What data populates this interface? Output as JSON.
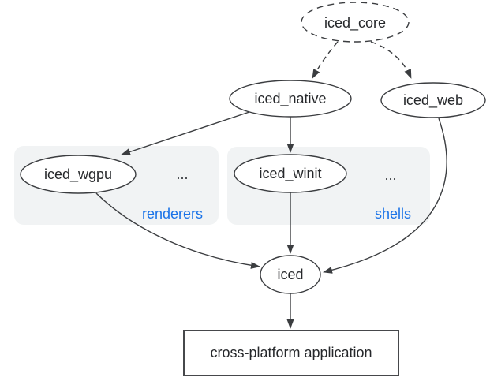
{
  "nodes": {
    "iced_core": "iced_core",
    "iced_native": "iced_native",
    "iced_web": "iced_web",
    "iced_wgpu": "iced_wgpu",
    "iced_winit": "iced_winit",
    "iced": "iced",
    "application": "cross-platform application"
  },
  "groups": {
    "renderers": {
      "label": "renderers",
      "more": "..."
    },
    "shells": {
      "label": "shells",
      "more": "..."
    }
  },
  "edges": [
    {
      "from": "iced_core",
      "to": "iced_native",
      "style": "dashed"
    },
    {
      "from": "iced_core",
      "to": "iced_web",
      "style": "dashed"
    },
    {
      "from": "iced_native",
      "to": "iced_wgpu",
      "style": "solid"
    },
    {
      "from": "iced_native",
      "to": "iced_winit",
      "style": "solid"
    },
    {
      "from": "iced_wgpu",
      "to": "iced",
      "style": "solid"
    },
    {
      "from": "iced_winit",
      "to": "iced",
      "style": "solid"
    },
    {
      "from": "iced_web",
      "to": "iced",
      "style": "solid"
    },
    {
      "from": "iced",
      "to": "application",
      "style": "solid"
    }
  ],
  "colors": {
    "background": "#ffffff",
    "node_stroke": "#3b3d40",
    "text": "#26282b",
    "accent_blue": "#1a73e8",
    "group_fill": "#f1f3f4"
  }
}
